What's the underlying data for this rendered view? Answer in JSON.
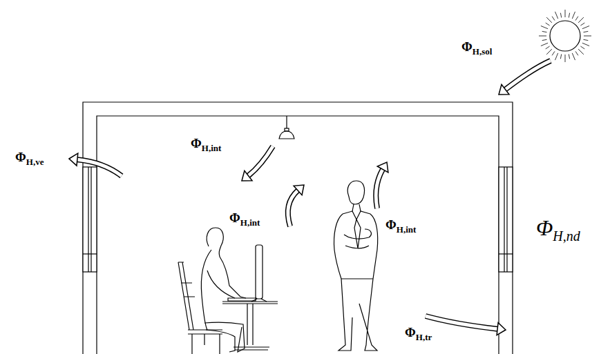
{
  "diagram": {
    "labels": [
      "ΦH,sol",
      "ΦH,ve",
      "ΦH,int",
      "ΦH,int",
      "ΦH,int",
      "ΦH,nd",
      "ΦH,tr"
    ]
  }
}
